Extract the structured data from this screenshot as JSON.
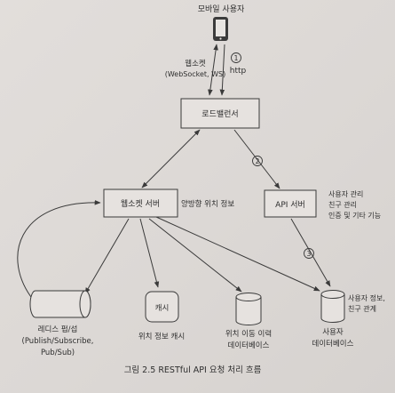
{
  "nodes": {
    "mobile_user": "모바일 사용자",
    "load_balancer": "로드밸런서",
    "websocket_server": "웹소켓 서버",
    "api_server": "API 서버",
    "redis_pubsub": [
      "레디스 펍/섭",
      "(Publish/Subscribe,",
      "Pub/Sub)"
    ],
    "cache": "캐시",
    "cache_caption": "위치 정보 캐시",
    "location_history_db": [
      "위치 이동 이력",
      "데이터베이스"
    ],
    "user_db": [
      "사용자",
      "데이터베이스"
    ]
  },
  "labels": {
    "websocket": [
      "웹소켓",
      "(WebSocket, WS)"
    ],
    "http": "http",
    "step1": "1",
    "step2": "2",
    "step3": "3",
    "bidirectional_location": "양방향 위치 정보",
    "api_functions": [
      "사용자 관리",
      "친구 관리",
      "인증 및 기타 기능"
    ],
    "user_db_note": [
      "사용자 정보,",
      "친구 관계"
    ]
  },
  "caption": "그림 2.5 RESTful API 요청 처리 흐름",
  "colors": {
    "line": "#3a3a3a",
    "box_fill": "#e6e2df",
    "background": "#dedad7"
  }
}
